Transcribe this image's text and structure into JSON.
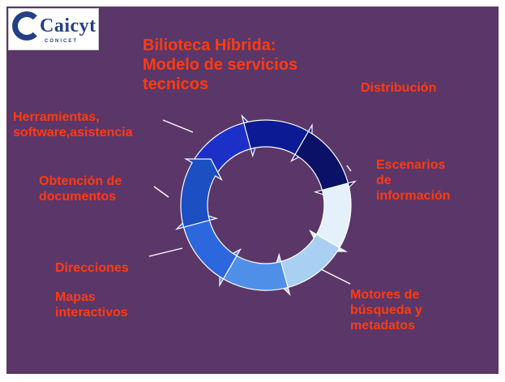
{
  "logo": {
    "name": "Caicyt",
    "sub": "CONICET"
  },
  "title": {
    "line1": "Bilioteca Híbrida:",
    "line2": "Modelo de servicios",
    "line3": "tecnicos"
  },
  "labels": {
    "distribucion": "Distribución",
    "herramientas_line1": "Herramientas,",
    "herramientas_line2": "software,asistencia",
    "escenarios_line1": "Escenarios",
    "escenarios_line2": "de",
    "escenarios_line3": "información",
    "obtencion_line1": "Obtención de",
    "obtencion_line2": "documentos",
    "direcciones": "Direcciones",
    "mapas_line1": "Mapas",
    "mapas_line2": "interactivos",
    "motores_line1": "Motores de",
    "motores_line2": "búsqueda y",
    "motores_line3": "metadatos"
  },
  "colors": {
    "background": "#5b3668",
    "label_text": "#ff3b10",
    "cycle_segments": [
      "#1c2fc7",
      "#0c1a94",
      "#0a1166",
      "#e4f1fb",
      "#a9cff2",
      "#4f8fe8",
      "#2c67dd",
      "#1b4fc2"
    ]
  }
}
